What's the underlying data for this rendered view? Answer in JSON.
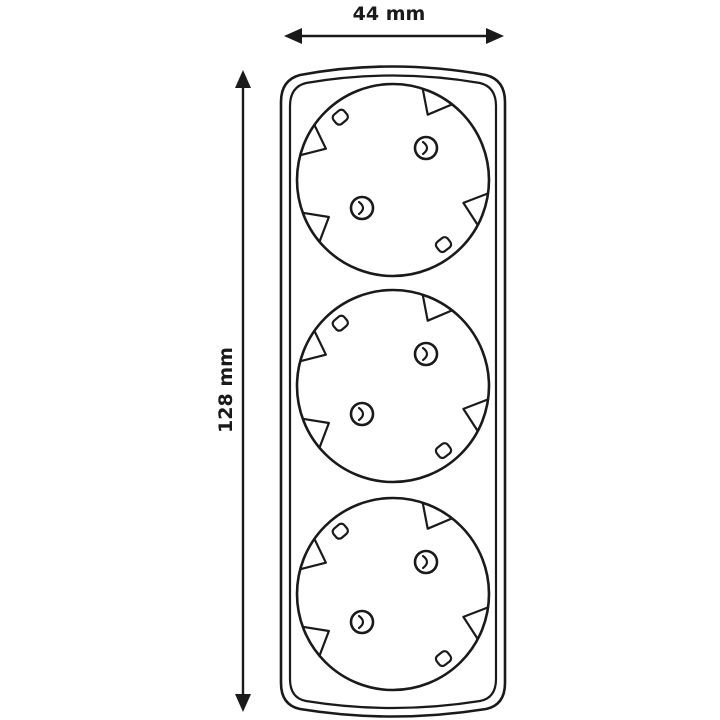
{
  "dimensions": {
    "width_label": "44 mm",
    "height_label": "128 mm"
  },
  "sockets": [
    {
      "id": "socket-1"
    },
    {
      "id": "socket-2"
    },
    {
      "id": "socket-3"
    }
  ],
  "colors": {
    "ink": "#1a1a1a",
    "background": "#ffffff"
  }
}
